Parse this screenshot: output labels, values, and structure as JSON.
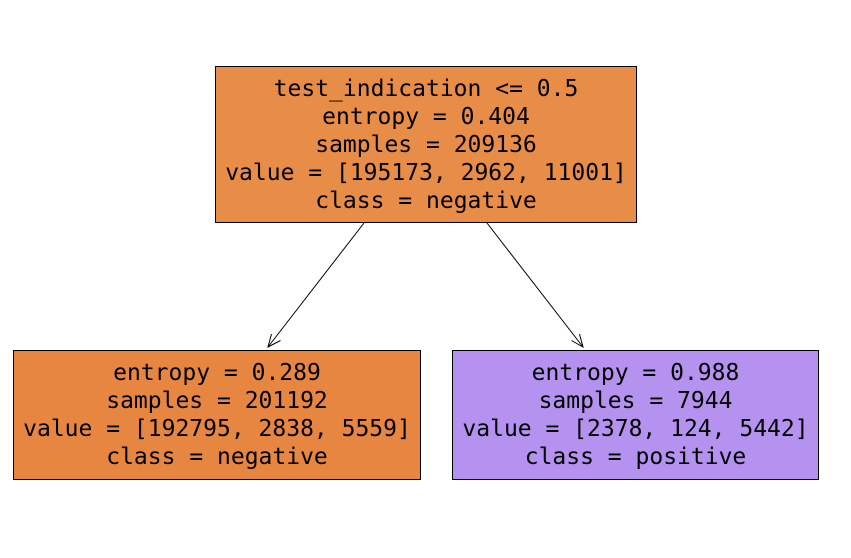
{
  "tree": {
    "root": {
      "lines": [
        "test_indication <= 0.5",
        "entropy = 0.404",
        "samples = 209136",
        "value = [195173, 2962, 11001]",
        "class = negative"
      ],
      "color": "#e88d47"
    },
    "left": {
      "lines": [
        "entropy = 0.289",
        "samples = 201192",
        "value = [192795, 2838, 5559]",
        "class = negative"
      ],
      "color": "#e78641"
    },
    "right": {
      "lines": [
        "entropy = 0.988",
        "samples = 7944",
        "value = [2378, 124, 5442]",
        "class = positive"
      ],
      "color": "#b592f0"
    }
  },
  "edge_color": "#000000"
}
